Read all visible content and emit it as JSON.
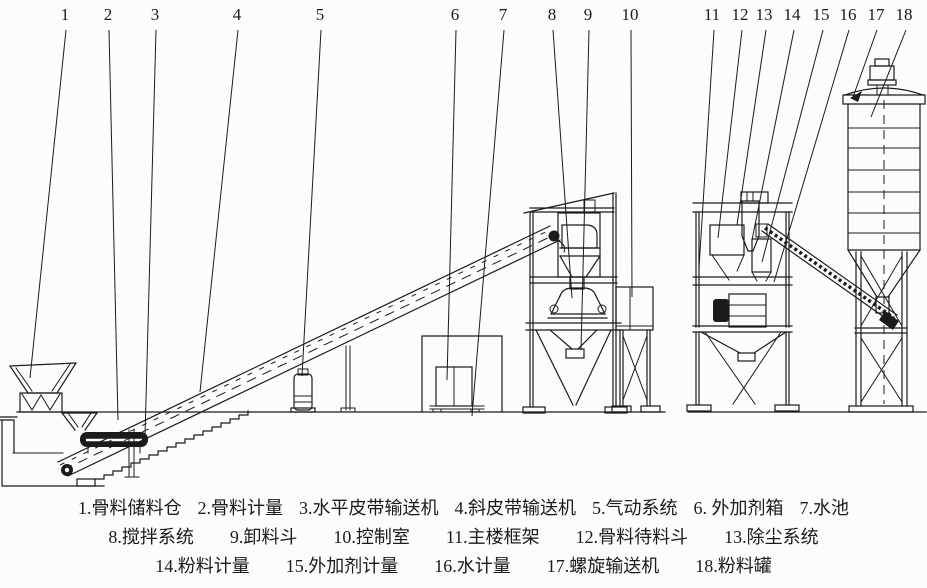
{
  "colors": {
    "ink": "#1b1b1b",
    "paper": "#fcfcfc"
  },
  "callouts": [
    "1",
    "2",
    "3",
    "4",
    "5",
    "6",
    "7",
    "8",
    "9",
    "10",
    "11",
    "12",
    "13",
    "14",
    "15",
    "16",
    "17",
    "18"
  ],
  "legend": {
    "rows": [
      [
        "1.骨料储料仓",
        "2.骨料计量",
        "3.水平皮带输送机",
        "4.斜皮带输送机",
        "5.气动系统",
        "6. 外加剂箱",
        "7.水池"
      ],
      [
        "8.搅拌系统",
        "9.卸料斗",
        "10.控制室",
        "11.主楼框架",
        "12.骨料待料斗",
        "13.除尘系统"
      ],
      [
        "14.粉料计量",
        "15.外加剂计量",
        "16.水计量",
        "17.螺旋输送机",
        "18.粉料罐"
      ]
    ]
  }
}
